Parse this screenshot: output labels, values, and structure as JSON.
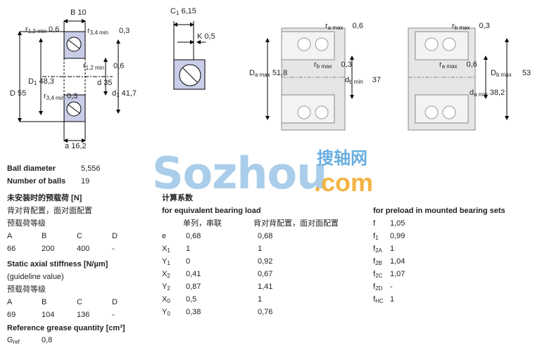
{
  "dims": {
    "B": "B",
    "B_val": "10",
    "r12": "r",
    "r12_sub": "1,2 min",
    "r12_val": "0,6",
    "r34": "r",
    "r34_sub": "3,4 min",
    "r34_val": "0,3",
    "r12b": "r",
    "r12b_sub": "1,2 min",
    "r12b_val": "0,6",
    "D1": "D",
    "D1_sub": "1",
    "D1_val": "48,3",
    "d": "d",
    "d_val": "35",
    "d1": "d",
    "d1_sub": "1",
    "d1_val": "41,7",
    "D": "D",
    "D_val": "55",
    "r34b": "r",
    "r34b_sub": "3,4 min",
    "r34b_val": "0,3",
    "a": "a",
    "a_val": "16,2",
    "C1": "C",
    "C1_sub": "1",
    "C1_val": "6,15",
    "K": "K",
    "K_val": "0,5",
    "ra": "r",
    "ra_sub": "a max",
    "ra_val": "0,6",
    "Da": "D",
    "Da_sub": "a max",
    "Da_val": "51,8",
    "rb": "r",
    "rb_sub": "b max",
    "rb_val": "0,3",
    "db": "d",
    "db_sub": "b min",
    "db_val": "37",
    "rb2": "r",
    "rb2_sub": "b max",
    "rb2_val": "0,3",
    "ra2": "r",
    "ra2_sub": "a max",
    "ra2_val": "0,6",
    "Db": "D",
    "Db_sub": "b max",
    "Db_val": "53",
    "da": "d",
    "da_sub": "a min",
    "da_val": "38,2"
  },
  "watermark": {
    "main": "Sozhou",
    "chinese": "搜轴网",
    "com": ".com"
  },
  "left": {
    "ball_diameter_label": "Ball diameter",
    "ball_diameter_value": "5,556",
    "number_of_balls_label": "Number of balls",
    "number_of_balls_value": "19",
    "unmounted_preload_heading": "未安装时的预载荷 [N]",
    "arrangement_label": "背对背配置，面对面配置",
    "preload_class_label": "预载荷等级",
    "preload_classes": [
      "A",
      "B",
      "C",
      "D"
    ],
    "preload_values": [
      "66",
      "200",
      "400",
      "-"
    ],
    "stiffness_heading": "Static axial stiffness [N/µm]",
    "guideline": "(guideline value)",
    "stiffness_class_label": "预载荷等级",
    "stiffness_classes": [
      "A",
      "B",
      "C",
      "D"
    ],
    "stiffness_values": [
      "69",
      "104",
      "136",
      "-"
    ],
    "grease_heading": "Reference grease quantity [cm³]",
    "gref_label": "G",
    "gref_sub": "ref",
    "gref_value": "0,8"
  },
  "middle": {
    "heading_cn": "计算系数",
    "heading": "for equivalent bearing load",
    "col1": "单列，串联",
    "col2": "背对背配置，面对面配置",
    "rows": [
      {
        "sym": "e",
        "sub": "",
        "v1": "0,68",
        "v2": "0,68"
      },
      {
        "sym": "X",
        "sub": "1",
        "v1": "1",
        "v2": "1"
      },
      {
        "sym": "Y",
        "sub": "1",
        "v1": "0",
        "v2": "0,92"
      },
      {
        "sym": "X",
        "sub": "2",
        "v1": "0,41",
        "v2": "0,67"
      },
      {
        "sym": "Y",
        "sub": "2",
        "v1": "0,87",
        "v2": "1,41"
      },
      {
        "sym": "X",
        "sub": "0",
        "v1": "0,5",
        "v2": "1"
      },
      {
        "sym": "Y",
        "sub": "0",
        "v1": "0,38",
        "v2": "0,76"
      }
    ]
  },
  "right": {
    "heading": "for preload in mounted bearing sets",
    "rows": [
      {
        "sym": "f",
        "sub": "",
        "v": "1,05"
      },
      {
        "sym": "f",
        "sub": "1",
        "v": "0,99"
      },
      {
        "sym": "f",
        "sub": "2A",
        "v": "1"
      },
      {
        "sym": "f",
        "sub": "2B",
        "v": "1,04"
      },
      {
        "sym": "f",
        "sub": "2C",
        "v": "1,07"
      },
      {
        "sym": "f",
        "sub": "2D",
        "v": "-"
      },
      {
        "sym": "f",
        "sub": "HC",
        "v": "1"
      }
    ]
  }
}
